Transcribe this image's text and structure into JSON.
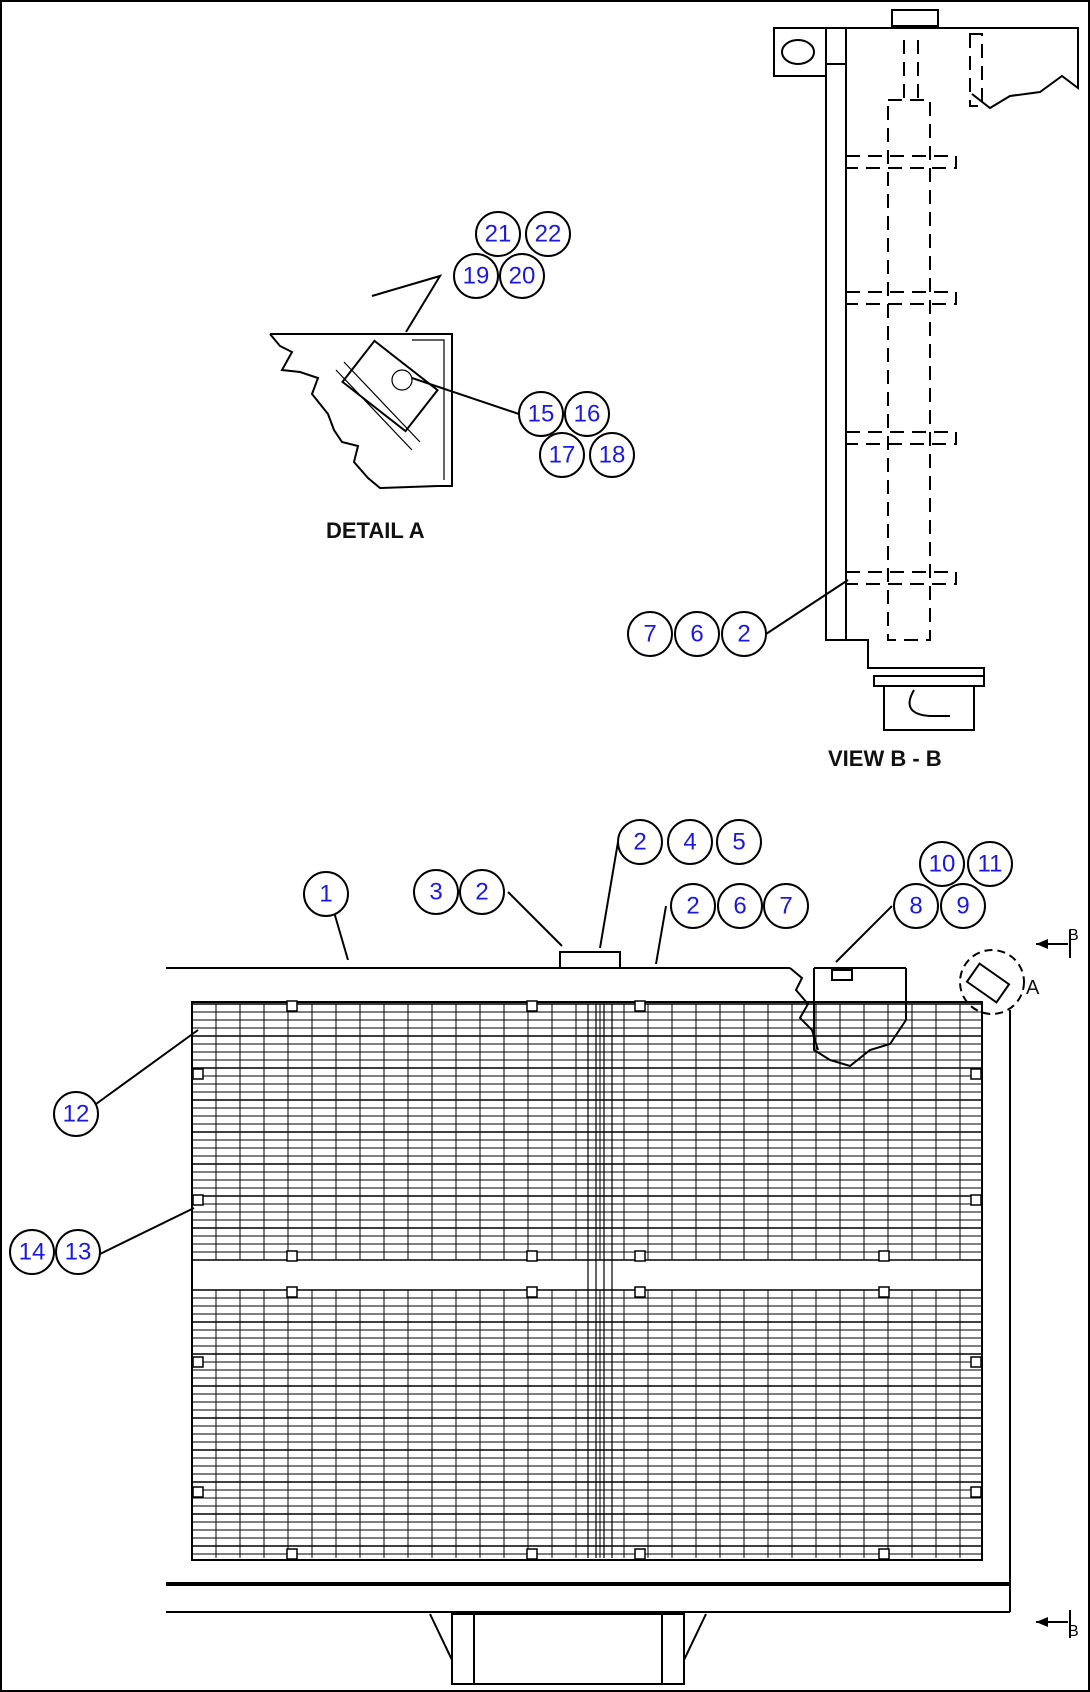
{
  "labels": {
    "detail": "DETAIL  A",
    "view": "VIEW  B - B",
    "detail_mark": "A",
    "section_mark_top": "B",
    "section_mark_bottom": "B"
  },
  "callouts": [
    "1",
    "2",
    "3",
    "4",
    "5",
    "6",
    "7",
    "8",
    "9",
    "10",
    "11",
    "12",
    "13",
    "14",
    "15",
    "16",
    "17",
    "18",
    "19",
    "20",
    "21",
    "22"
  ]
}
